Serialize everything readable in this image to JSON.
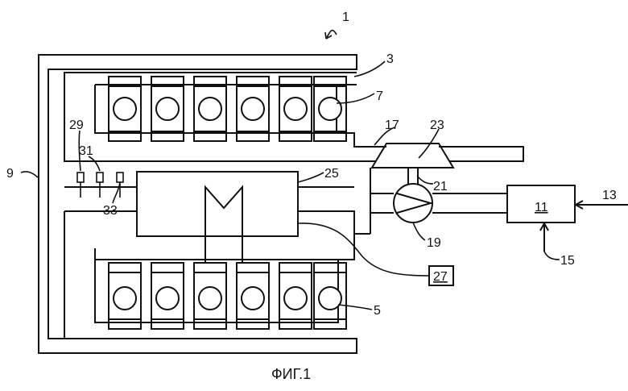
{
  "figure": {
    "caption": "ФИГ.1",
    "labels": {
      "l1": "1",
      "l3": "3",
      "l5": "5",
      "l7": "7",
      "l9": "9",
      "l11": "11",
      "l13": "13",
      "l15": "15",
      "l17": "17",
      "l19": "19",
      "l21": "21",
      "l23": "23",
      "l25": "25",
      "l27": "27",
      "l29": "29",
      "l31": "31",
      "l33": "33"
    }
  }
}
